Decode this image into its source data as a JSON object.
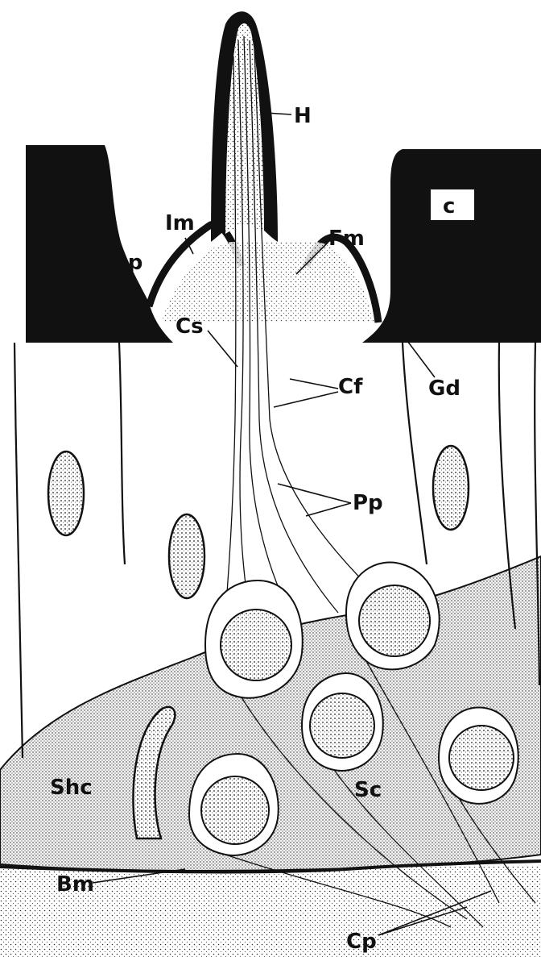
{
  "figure": {
    "panel_label": "c",
    "labels": {
      "H": "H",
      "Im": "Im",
      "Fm": "Fm",
      "Sp": "Sp",
      "Cs": "Cs",
      "Cf": "Cf",
      "Gd": "Gd",
      "Pp": "Pp",
      "Shc": "Shc",
      "Sc": "Sc",
      "Bm": "Bm",
      "Cp": "Cp"
    }
  },
  "colors": {
    "ink": "#111111",
    "paper": "#ffffff",
    "stipple": "#f2f2f2"
  }
}
